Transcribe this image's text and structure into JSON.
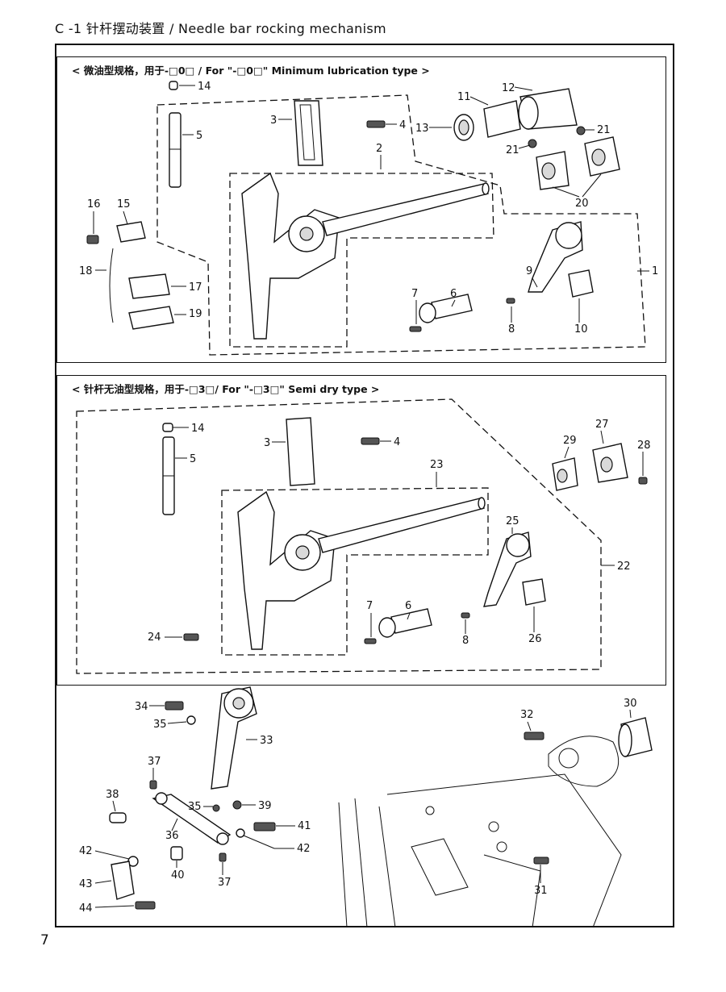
{
  "header": {
    "title": "C -1  针杆摆动装置 / Needle bar rocking mechanism"
  },
  "panels": {
    "top": {
      "heading": "< 微油型规格，用于-□0□ / For \"-□0□\" Minimum lubrication type >"
    },
    "middle": {
      "heading": "< 针杆无油型规格，用于-□3□/ For \"-□3□\" Semi dry type >"
    }
  },
  "footer": {
    "page_number": "7"
  },
  "part_labels": {
    "top": [
      "14",
      "5",
      "3",
      "4",
      "13",
      "11",
      "12",
      "21",
      "21",
      "2",
      "20",
      "16",
      "15",
      "1",
      "9",
      "18",
      "17",
      "7",
      "6",
      "19",
      "8",
      "10"
    ],
    "middle": [
      "14",
      "3",
      "4",
      "5",
      "29",
      "27",
      "28",
      "23",
      "25",
      "22",
      "7",
      "6",
      "24",
      "8",
      "26"
    ],
    "bottom": [
      "34",
      "35",
      "33",
      "32",
      "30",
      "37",
      "38",
      "35",
      "39",
      "36",
      "41",
      "42",
      "42",
      "40",
      "43",
      "37",
      "31",
      "44"
    ]
  }
}
